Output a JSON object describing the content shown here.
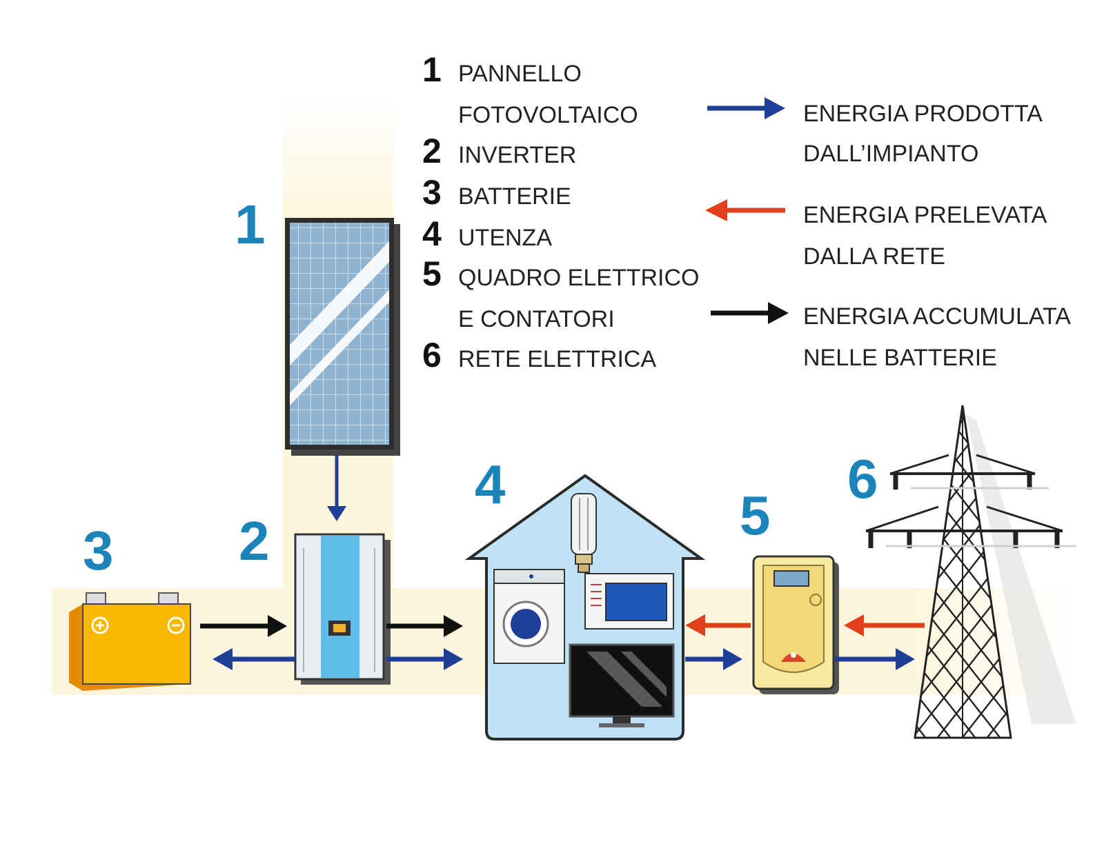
{
  "colors": {
    "produced": "#1f3f97",
    "drawn": "#e0401c",
    "stored": "#111111",
    "number": "#1c84b8",
    "band": "#fdf6dc"
  },
  "components": {
    "panel": {
      "number": "1",
      "icon": "solar-panel-icon"
    },
    "inverter": {
      "number": "2",
      "icon": "inverter-icon"
    },
    "battery": {
      "number": "3",
      "icon": "battery-icon"
    },
    "house": {
      "number": "4",
      "icon": "house-icon"
    },
    "meter": {
      "number": "5",
      "icon": "meter-icon"
    },
    "grid": {
      "number": "6",
      "icon": "power-pylon-icon"
    }
  },
  "legend_items": [
    {
      "number": "1",
      "lines": [
        "PANNELLO",
        "FOTOVOLTAICO"
      ]
    },
    {
      "number": "2",
      "lines": [
        "INVERTER"
      ]
    },
    {
      "number": "3",
      "lines": [
        "BATTERIE"
      ]
    },
    {
      "number": "4",
      "lines": [
        "UTENZA"
      ]
    },
    {
      "number": "5",
      "lines": [
        "QUADRO ELETTRICO",
        "E CONTATORI"
      ]
    },
    {
      "number": "6",
      "lines": [
        "RETE ELETTRICA"
      ]
    }
  ],
  "arrow_legend": [
    {
      "lines": [
        "ENERGIA PRODOTTA",
        "DALL’IMPIANTO"
      ],
      "color": "#1f3f97",
      "direction": "right"
    },
    {
      "lines": [
        "ENERGIA PRELEVATA",
        "DALLA RETE"
      ],
      "color": "#e0401c",
      "direction": "left"
    },
    {
      "lines": [
        "ENERGIA ACCUMULATA",
        "NELLE BATTERIE"
      ],
      "color": "#111111",
      "direction": "right"
    }
  ]
}
